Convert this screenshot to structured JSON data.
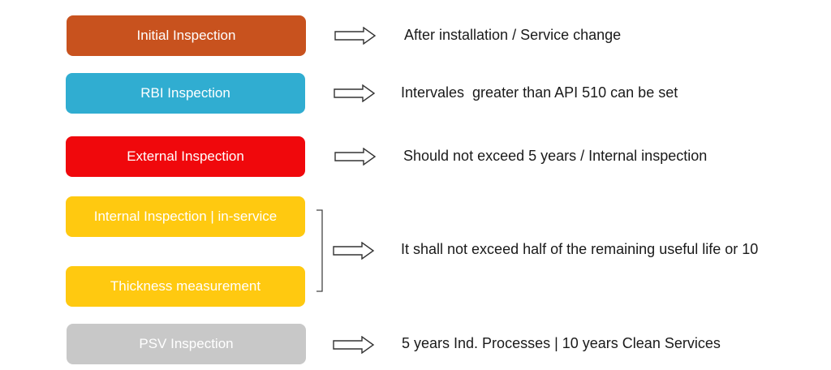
{
  "rows": [
    {
      "label": "Initial Inspection",
      "color": "#c8521e",
      "description": "After installation / Service change"
    },
    {
      "label": "RBI Inspection",
      "color": "#30add1",
      "description": "Intervales  greater than API 510 can be set"
    },
    {
      "label": "External Inspection",
      "color": "#f0080c",
      "description": "Should not exceed 5 years / Internal inspection"
    },
    {
      "label": "Internal Inspection | in-service",
      "color": "#ffc910",
      "description": ""
    },
    {
      "label": "Thickness measurement",
      "color": "#ffc910",
      "description": ""
    },
    {
      "label": "PSV Inspection",
      "color": "#c8c8c8",
      "description": "5 years Ind. Processes | 10 years Clean Services"
    }
  ],
  "grouped_description": "It shall not exceed half of the remaining useful life or 10"
}
